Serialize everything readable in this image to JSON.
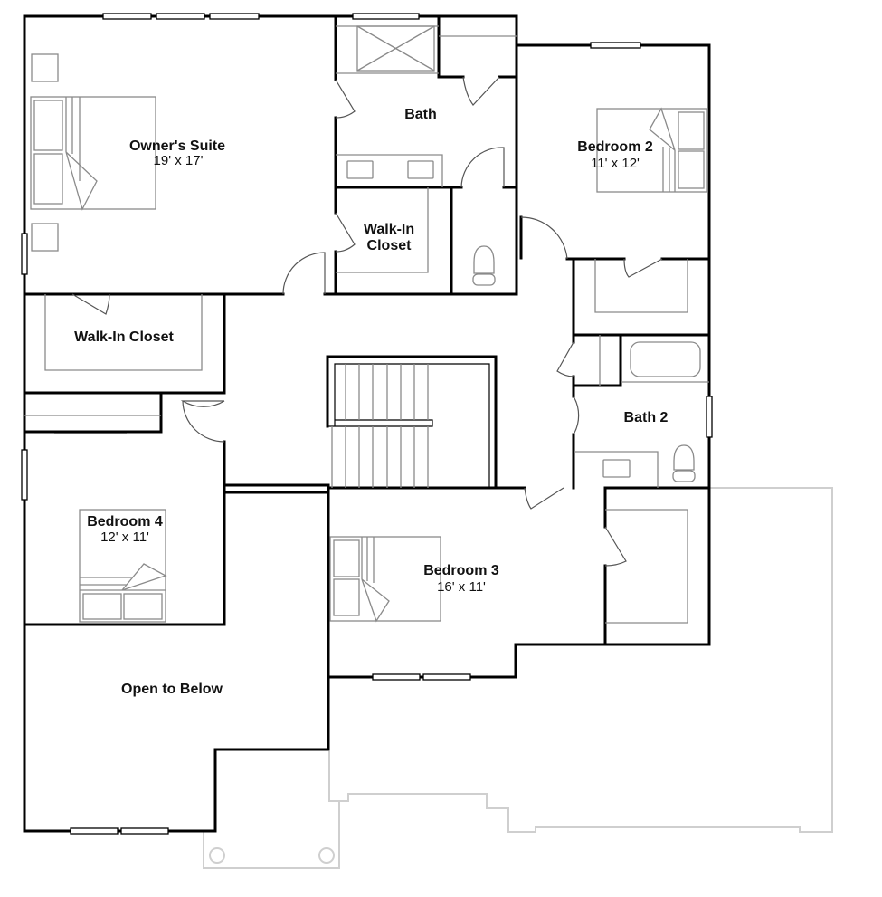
{
  "rooms": {
    "owners_suite": {
      "name": "Owner's Suite",
      "size": "19' x 17'"
    },
    "bath": {
      "name": "Bath"
    },
    "walk_in_closet_top": {
      "name_line1": "Walk-In",
      "name_line2": "Closet"
    },
    "bedroom2": {
      "name": "Bedroom 2",
      "size": "11' x 12'"
    },
    "walk_in_closet": {
      "name": "Walk-In Closet"
    },
    "bath2": {
      "name": "Bath 2"
    },
    "bedroom4": {
      "name": "Bedroom 4",
      "size": "12' x 11'"
    },
    "bedroom3": {
      "name": "Bedroom 3",
      "size": "16' x 11'"
    },
    "open_to_below": {
      "name": "Open to Below"
    }
  },
  "colors": {
    "wall": "#000000",
    "furniture": "#8a8a8a",
    "lower_level_outline": "#cfcfcf",
    "background": "#ffffff"
  }
}
